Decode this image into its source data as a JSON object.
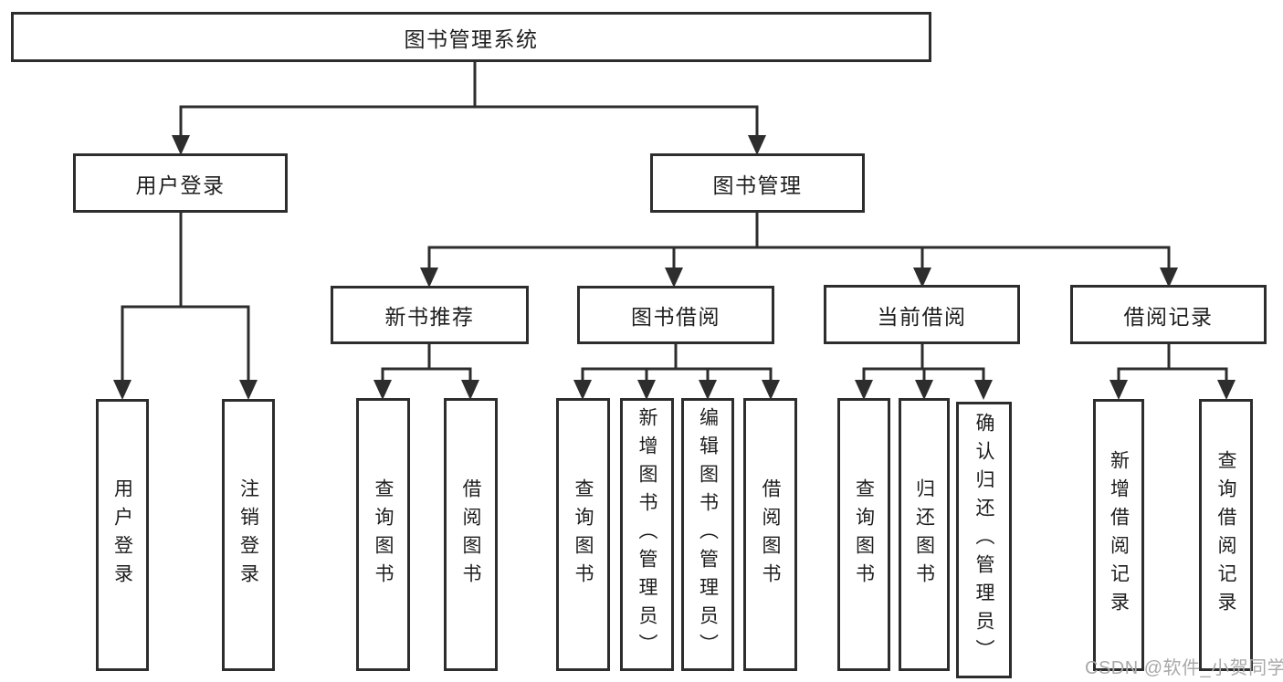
{
  "diagram": {
    "title": "图书管理系统",
    "nodes": {
      "root": "图书管理系统",
      "level2": [
        "用户登录",
        "图书管理"
      ],
      "level3": [
        "新书推荐",
        "图书借阅",
        "当前借阅",
        "借阅记录"
      ],
      "leaves_login": [
        "用户登录",
        "注销登录"
      ],
      "leaves_newbook": [
        "查询图书",
        "借阅图书"
      ],
      "leaves_borrow": [
        "查询图书",
        "新增图书（管理员）",
        "编辑图书（管理员）",
        "借阅图书"
      ],
      "leaves_current": [
        "查询图书",
        "归还图书",
        "确认归还（管理员）"
      ],
      "leaves_record": [
        "新增借阅记录",
        "查询借阅记录"
      ]
    },
    "colors": {
      "line": "#2d2d2d",
      "text": "#1e1e1e",
      "box_background": "#ffffff",
      "watermark": "#a9a9a9"
    }
  },
  "watermark": "CSDN @软件_小贺同学"
}
